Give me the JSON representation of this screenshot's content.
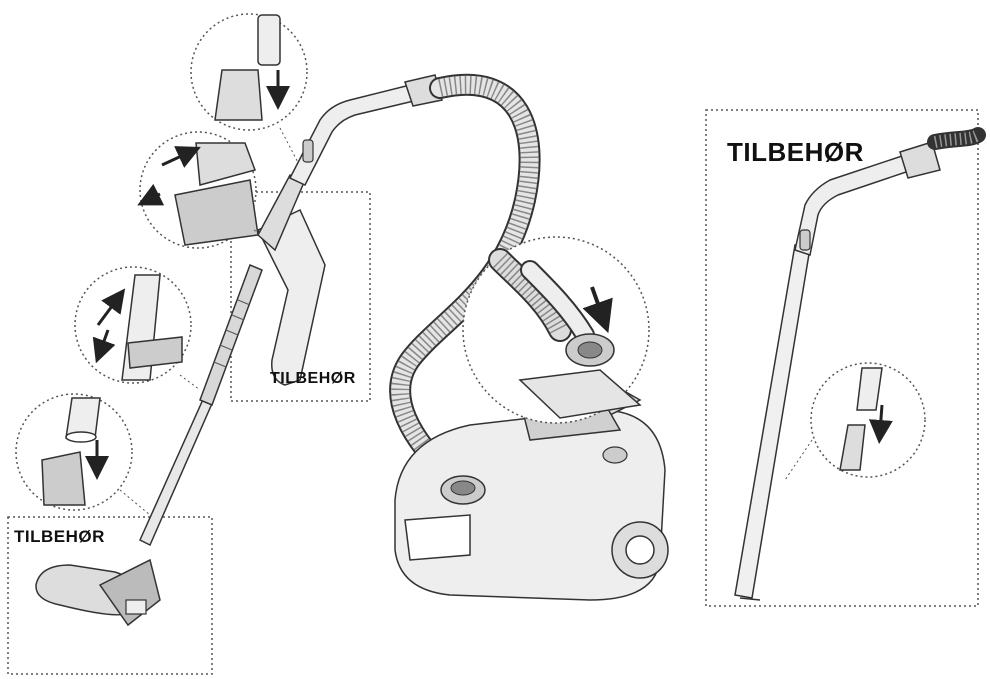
{
  "labels": {
    "bottom_left_box": "TILBEHØR",
    "middle_box": "TILBEHØR",
    "right_box": "TILBEHØR"
  },
  "colors": {
    "line": "#333333",
    "light": "#e6e6e6",
    "mid": "#c8c8c8",
    "dark": "#777777"
  },
  "icons": [
    "down-arrow-icon",
    "double-arrow-icon"
  ]
}
